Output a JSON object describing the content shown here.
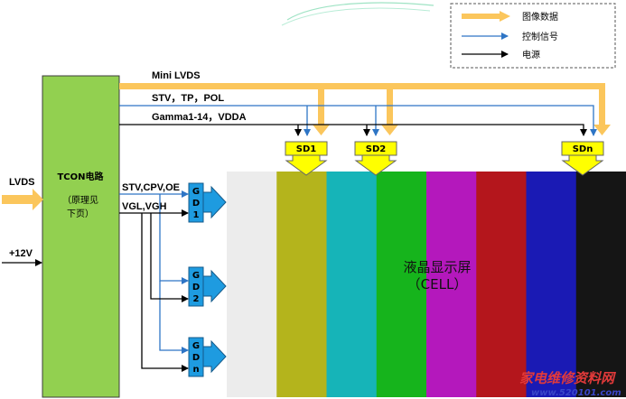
{
  "legend": {
    "items": [
      {
        "label": "图像数据",
        "color": "#fbc65c"
      },
      {
        "label": "控制信号",
        "color": "#2e75c5"
      },
      {
        "label": "电源",
        "color": "#000000"
      }
    ]
  },
  "signals": {
    "mini_lvds": "Mini LVDS",
    "stv_tp_pol": "STV，TP，POL",
    "gamma": "Gamma1-14，VDDA"
  },
  "inputs": {
    "lvds": "LVDS",
    "power": "+12V"
  },
  "tcon": {
    "title": "TCON电路",
    "note_line1": "（原理见",
    "note_line2": "下页）"
  },
  "gate_signals": {
    "line1": "STV,CPV,OE",
    "line2": "VGL,VGH"
  },
  "source_drivers": [
    "SD1",
    "SD2",
    "SDn"
  ],
  "gate_drivers": [
    {
      "chars": [
        "G",
        "D",
        "1"
      ]
    },
    {
      "chars": [
        "G",
        "D",
        "2"
      ]
    },
    {
      "chars": [
        "G",
        "D",
        "n"
      ]
    }
  ],
  "cell": {
    "label_line1": "液晶显示屏",
    "label_line2": "（CELL）",
    "stripe_colors": [
      "#ececec",
      "#b4b41c",
      "#16b4b8",
      "#16b41c",
      "#b418bc",
      "#b4161c",
      "#1a1ab4",
      "#151515"
    ]
  },
  "watermark": {
    "line1": "家电维修资料网",
    "line2": "www.520101.com"
  }
}
